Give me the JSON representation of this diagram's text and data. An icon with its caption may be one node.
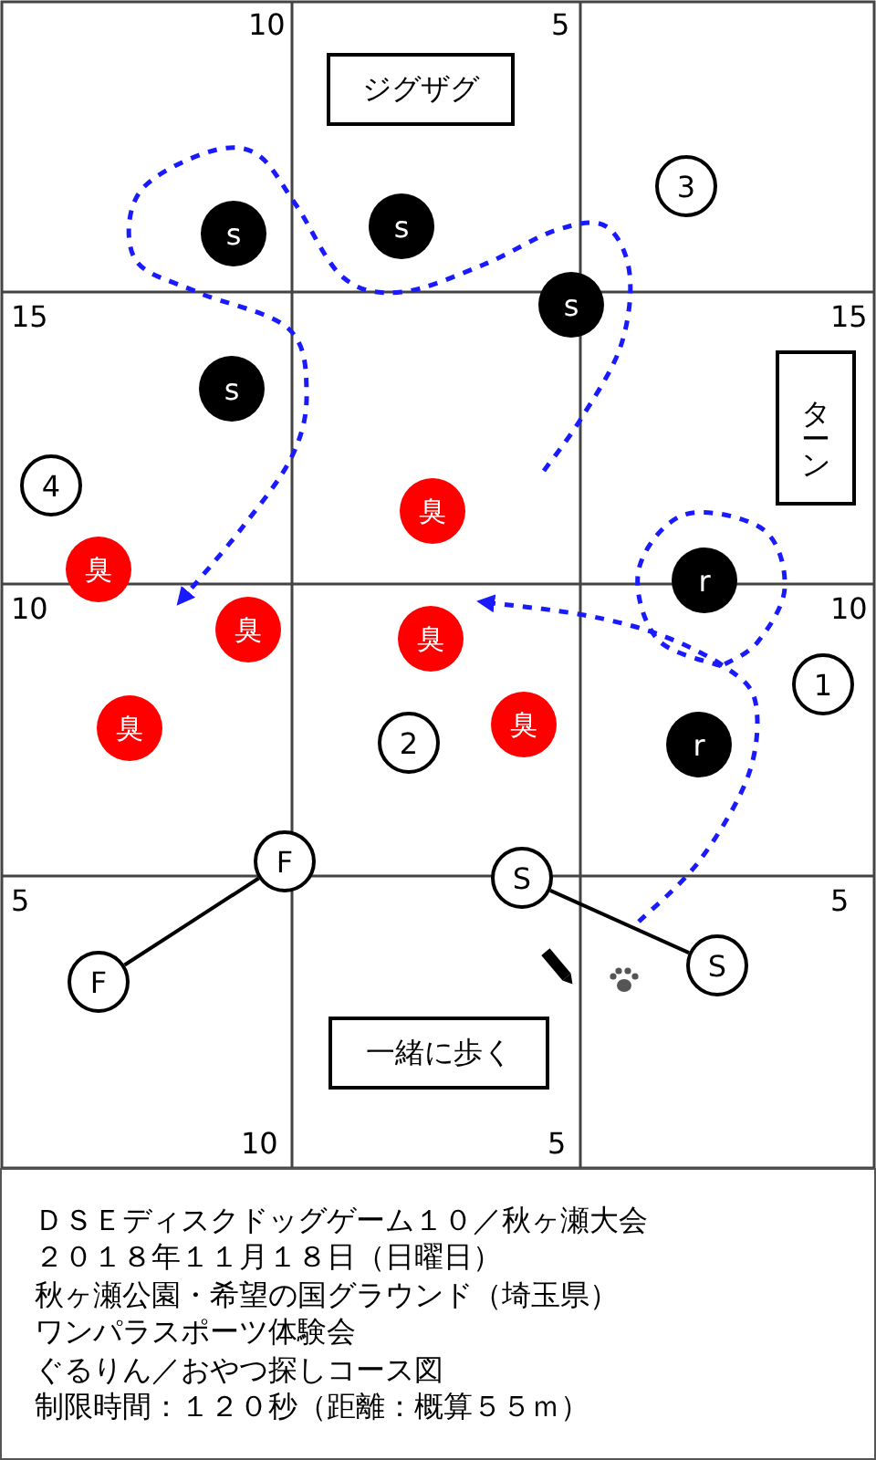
{
  "diagram": {
    "nodes": [
      {
        "text": [
          "ジグザグ"
        ]
      },
      {
        "text": [
          "3"
        ]
      },
      {
        "text": [
          "s"
        ]
      },
      {
        "text": [
          "s"
        ]
      },
      {
        "text": [
          "s"
        ]
      },
      {
        "text": [
          "s"
        ]
      },
      {
        "text": [
          "ターン"
        ]
      },
      {
        "text": [
          "4"
        ]
      },
      {
        "text": [
          "臭"
        ]
      },
      {
        "text": [
          "臭"
        ]
      },
      {
        "text": [
          "r"
        ]
      },
      {
        "text": [
          "臭"
        ]
      },
      {
        "text": [
          "臭"
        ]
      },
      {
        "text": [
          "1"
        ]
      },
      {
        "text": [
          "臭"
        ]
      },
      {
        "text": [
          "2"
        ]
      },
      {
        "text": [
          "臭"
        ]
      },
      {
        "text": [
          "r"
        ]
      },
      {
        "text": [
          "F"
        ]
      },
      {
        "text": [
          "S"
        ]
      },
      {
        "text": [
          "F"
        ]
      },
      {
        "text": [
          "S"
        ]
      },
      {
        "text": [
          "一緒に歩く"
        ]
      },
      {
        "text": [
          "ＤＳＥディスクドッグゲーム１０／秋ヶ瀬大会",
          "２０１８年１１月１８日（日曜日）",
          "秋ヶ瀬公園・希望の国グラウンド（埼玉県）",
          "ワンパラスポーツ体験会",
          "ぐるりん／おやつ探しコース図",
          "制限時間：１２０秒（距離：概算５５ｍ）"
        ]
      }
    ],
    "edges": [
      {
        "from": 18,
        "to": 20,
        "arrow": "none"
      },
      {
        "from": 19,
        "to": 21,
        "arrow": "none"
      }
    ],
    "labels": [
      "10",
      "5",
      "15",
      "15",
      "10",
      "10",
      "5",
      "5",
      "10",
      "5"
    ]
  }
}
